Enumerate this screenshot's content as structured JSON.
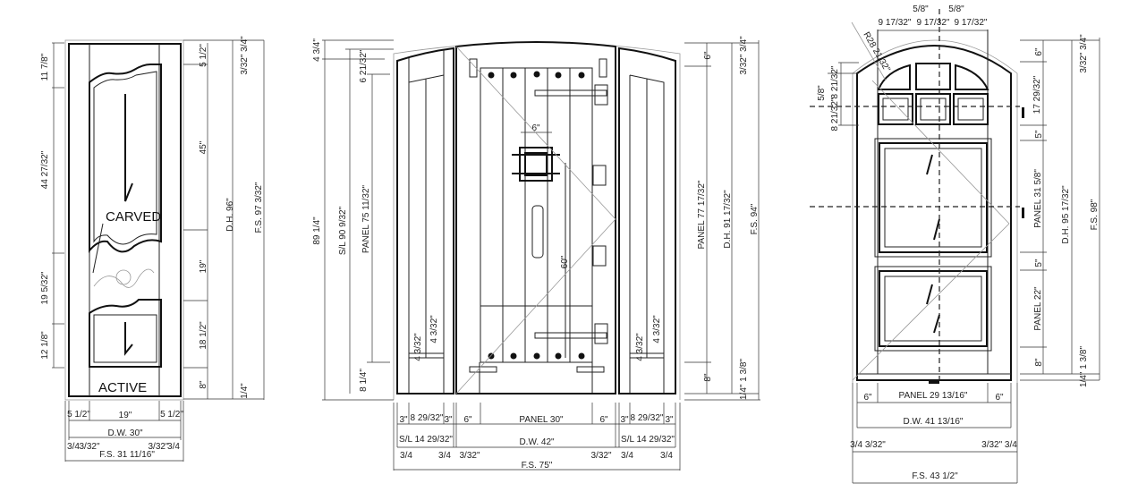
{
  "drawings": [
    {
      "name": "single-carved-door",
      "labels": {
        "carved": "CARVED",
        "active": "ACTIVE",
        "left_top": "11 7/8\"",
        "left_upper": "44 27/32\"",
        "left_mid": "19 5/32\"",
        "left_low": "12 1/8\"",
        "r_top": "5 1/2\"",
        "r_45": "45\"",
        "r_19": "19\"",
        "r_18": "18 1/2\"",
        "r_8": "8\"",
        "dh": "D.H. 96\"",
        "fs_h": "F.S. 97 3/32\"",
        "gap_top": "3/32\" 3/4\"",
        "gap_bot": "1/4\"",
        "b_stile_l": "5 1/2\"",
        "b_panel": "19\"",
        "b_stile_r": "5 1/2\"",
        "dw": "D.W. 30\"",
        "b_gap_l1": "3/4",
        "b_gap_l2": "3/32\"",
        "fs_w": "F.S. 31 11/16\"",
        "b_gap_r1": "3/32\"",
        "b_gap_r2": "3/4"
      }
    },
    {
      "name": "door-with-sidelites",
      "labels": {
        "l_arch": "4 3/4\"",
        "l_total": "89 1/4\"",
        "sl": "S/L 90 9/32\"",
        "l_top": "6 21/32\"",
        "l_panel": "PANEL 75 11/32\"",
        "l_bot": "8 1/4\"",
        "sl_dim_l1": "4 3/32\"",
        "sl_dim_l2": "4 3/32\"",
        "sl_dim_r1": "4 3/32\"",
        "sl_dim_r2": "4 3/32\"",
        "grille": "6\"",
        "handle": "60\"",
        "r_top": "6\"",
        "r_panel": "PANEL 77 17/32\"",
        "r_bot": "8\"",
        "dh": "D.H. 91 17/32\"",
        "fs_h": "F.S. 94\"",
        "gap_top": "3/32\" 3/4\"",
        "gap_bot": "1/4\" 1 3/8\"",
        "b_row1": [
          "3\"",
          "8 29/32\"",
          "3\"",
          "6\"",
          "PANEL 30\"",
          "6\"",
          "3\"",
          "8 29/32\"",
          "3\""
        ],
        "sl_l": "S/L 14 29/32\"",
        "dw": "D.W. 42\"",
        "sl_r": "S/L 14 29/32\"",
        "b_row3": [
          "3/4",
          "3/4",
          "3/32\"",
          "3/32\"",
          "3/4",
          "3/4"
        ],
        "fs_w": "F.S. 75\""
      }
    },
    {
      "name": "arched-door",
      "labels": {
        "radius": "R28 21/32\"",
        "t_w1": "9 17/32\"",
        "t_w2": "9 17/32\"",
        "t_w3": "9 17/32\"",
        "t_g1": "5/8\"",
        "t_g2": "5/8\"",
        "l_h1": "8 21/32\"",
        "l_g": "5/8\"",
        "l_h2": "8 21/32\"",
        "r_6": "6\"",
        "r_lite": "17 29/32\"",
        "r_5a": "5\"",
        "r_panel1": "PANEL 31 5/8\"",
        "r_5b": "5\"",
        "r_panel2": "PANEL 22\"",
        "r_8": "8\"",
        "dh": "D.H. 95 17/32\"",
        "fs_h": "F.S. 98\"",
        "gap_top": "3/32\" 3/4\"",
        "gap_bot": "1/4\" 1 3/8\"",
        "b_stile_l": "6\"",
        "b_panel": "PANEL 29 13/16\"",
        "b_stile_r": "6\"",
        "dw": "D.W. 41 13/16\"",
        "b_gap_l": "3/4 3/32\"",
        "b_gap_r": "3/32\" 3/4",
        "fs_w": "F.S. 43 1/2\""
      }
    }
  ]
}
